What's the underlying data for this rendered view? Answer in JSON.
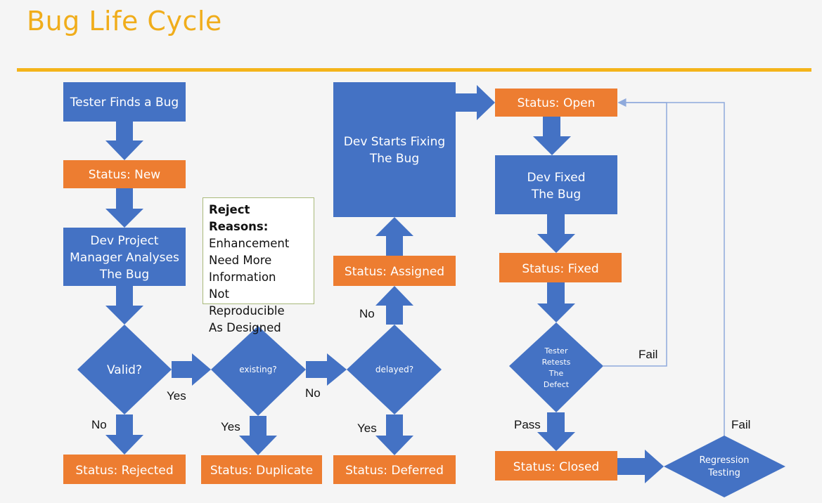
{
  "title": "Bug Life Cycle",
  "colors": {
    "title": "#f0ad1b",
    "rule": "#f4b41a",
    "process_box": "#4472c4",
    "status_box": "#ed7d31",
    "arrow": "#4472c4",
    "feedback_line": "#8faadc",
    "reject_border": "#a9b97a"
  },
  "boxes": {
    "tester_finds": "Tester Finds a Bug",
    "status_new": "Status: New",
    "dev_pm_line1": "Dev Project",
    "dev_pm_line2": "Manager Analyses",
    "dev_pm_line3": "The Bug",
    "status_rejected": "Status: Rejected",
    "status_duplicate": "Status: Duplicate",
    "status_assigned": "Status: Assigned",
    "dev_starts_line1": "Dev Starts Fixing",
    "dev_starts_line2": "The Bug",
    "status_deferred": "Status: Deferred",
    "status_open": "Status: Open",
    "dev_fixed_line1": "Dev Fixed",
    "dev_fixed_line2": "The Bug",
    "status_fixed": "Status: Fixed",
    "status_closed": "Status: Closed"
  },
  "decisions": {
    "valid": "Valid?",
    "existing": "existing?",
    "delayed": "delayed?",
    "retest_line1": "Tester",
    "retest_line2": "Retests",
    "retest_line3": "The",
    "retest_line4": "Defect",
    "regression_line1": "Regression",
    "regression_line2": "Testing"
  },
  "edge_labels": {
    "valid_yes": "Yes",
    "valid_no": "No",
    "existing_no": "No",
    "existing_yes": "Yes",
    "delayed_no": "No",
    "delayed_yes": "Yes",
    "retest_fail": "Fail",
    "retest_pass": "Pass",
    "regression_fail": "Fail"
  },
  "reject_reasons": {
    "header": "Reject Reasons:",
    "items": [
      "Enhancement",
      "Need More",
      "Information",
      "Not Reproducible",
      "As Designed"
    ]
  }
}
